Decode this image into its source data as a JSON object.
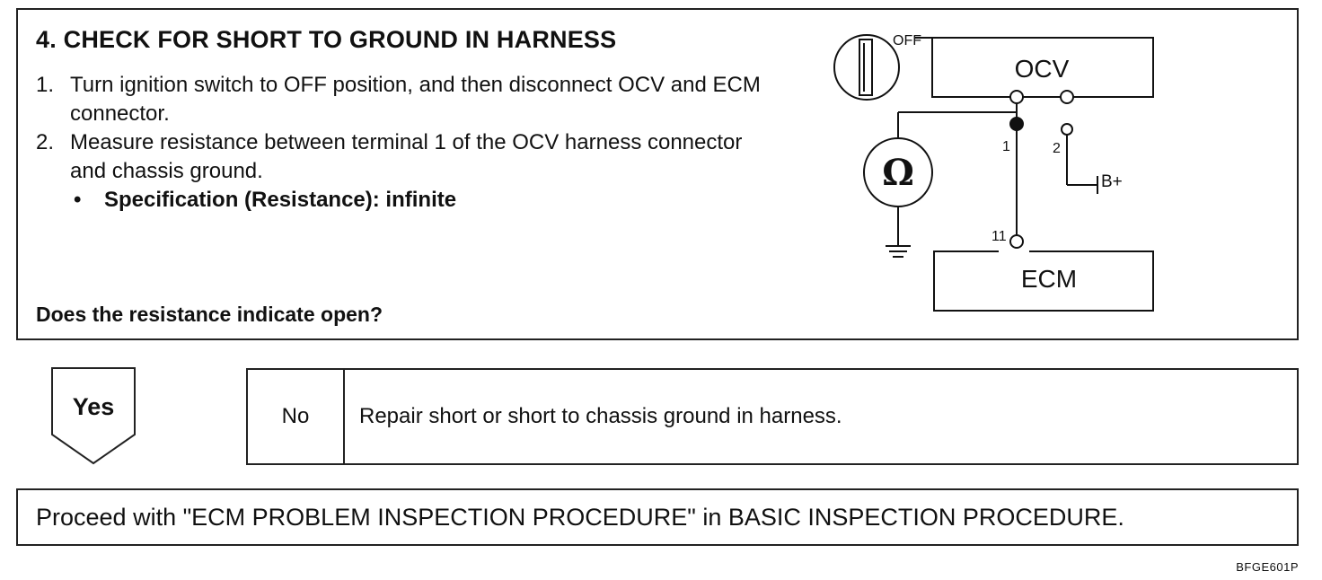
{
  "step": {
    "title": "4. CHECK FOR SHORT TO GROUND IN HARNESS",
    "instructions": [
      {
        "num": "1.",
        "text": "Turn ignition switch to OFF position, and then disconnect OCV and ECM connector."
      },
      {
        "num": "2.",
        "text": "Measure resistance between terminal 1 of the OCV harness connector and chassis ground."
      }
    ],
    "spec_bullet": "•",
    "specification": "Specification (Resistance): infinite",
    "question": "Does the resistance indicate open?"
  },
  "diagram": {
    "switch_label": "OFF",
    "top_component": "OCV",
    "bottom_component": "ECM",
    "meter_symbol": "Ω",
    "terminal_1": "1",
    "terminal_2": "2",
    "terminal_11": "11",
    "battery_label": "B+"
  },
  "answers": {
    "yes_label": "Yes",
    "no_label": "No",
    "no_text": "Repair short or short to chassis ground in harness."
  },
  "proceed_text": "Proceed with \"ECM PROBLEM INSPECTION PROCEDURE\" in BASIC INSPECTION PROCEDURE.",
  "figure_code": "BFGE601P"
}
